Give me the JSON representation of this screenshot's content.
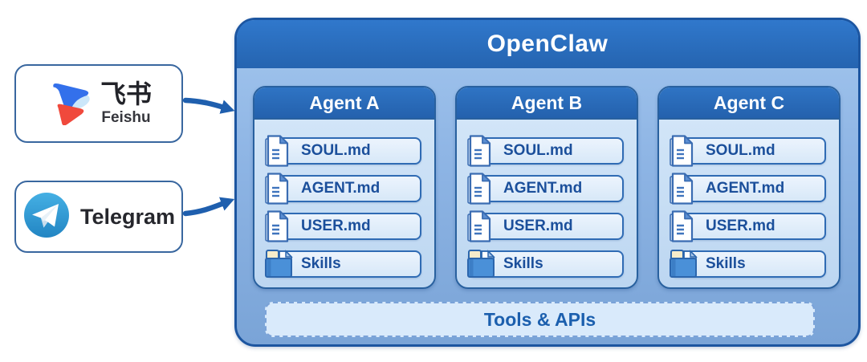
{
  "header": {
    "title": "OpenClaw"
  },
  "sources": [
    {
      "title": "飞书",
      "subtitle": "Feishu",
      "icon": "feishu-logo-icon"
    },
    {
      "title": "Telegram",
      "icon": "telegram-logo-icon"
    }
  ],
  "agents": [
    {
      "label": "Agent A",
      "items": [
        {
          "label": "SOUL.md",
          "icon": "document-icon"
        },
        {
          "label": "AGENT.md",
          "icon": "document-icon"
        },
        {
          "label": "USER.md",
          "icon": "document-icon"
        },
        {
          "label": "Skills",
          "icon": "folder-icon"
        }
      ]
    },
    {
      "label": "Agent B",
      "items": [
        {
          "label": "SOUL.md",
          "icon": "document-icon"
        },
        {
          "label": "AGENT.md",
          "icon": "document-icon"
        },
        {
          "label": "USER.md",
          "icon": "document-icon"
        },
        {
          "label": "Skills",
          "icon": "folder-icon"
        }
      ]
    },
    {
      "label": "Agent C",
      "items": [
        {
          "label": "SOUL.md",
          "icon": "document-icon"
        },
        {
          "label": "AGENT.md",
          "icon": "document-icon"
        },
        {
          "label": "USER.md",
          "icon": "document-icon"
        },
        {
          "label": "Skills",
          "icon": "folder-icon"
        }
      ]
    }
  ],
  "footer": {
    "label": "Tools & APIs"
  },
  "colors": {
    "header_blue": "#2a6cbd",
    "container_border": "#1c55a0",
    "container_body": "#8db4e4",
    "column_body": "#c9def4",
    "row_bg": "#e3eefb",
    "row_border": "#2f6bb4",
    "row_text": "#1b4f9b",
    "tools_bg": "#d9eafb",
    "tools_text": "#1b5fae",
    "arrow": "#1f5fae",
    "feishu_blue": "#3370eb",
    "feishu_lightblue": "#cbe7fa",
    "feishu_red": "#f0493c",
    "telegram_blue": "#38a3dd"
  }
}
